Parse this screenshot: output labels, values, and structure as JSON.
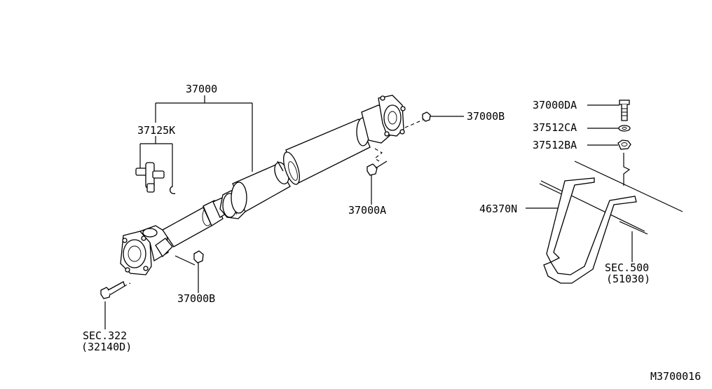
{
  "labels": {
    "part_37000": "37000",
    "part_37125K": "37125K",
    "part_37000B_top": "37000B",
    "part_37000A": "37000A",
    "part_37000B_bottom": "37000B",
    "sec322": "SEC.322",
    "sec322_code": "(32140D)",
    "part_37000DA": "37000DA",
    "part_37512CA": "37512CA",
    "part_37512BA": "37512BA",
    "part_46370N": "46370N",
    "sec500": "SEC.500",
    "sec500_code": "(51030)",
    "diagram_id": "M3700016"
  }
}
